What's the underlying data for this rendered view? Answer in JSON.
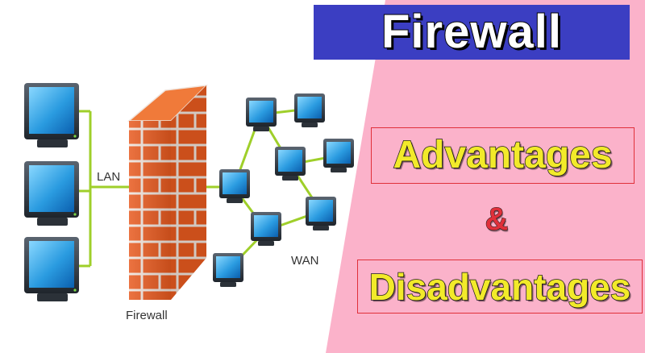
{
  "title": "Firewall",
  "advantages_label": "Advantages",
  "ampersand": "&",
  "disadvantages_label": "Disadvantages",
  "diagram": {
    "lan_label": "LAN",
    "wan_label": "WAN",
    "firewall_label": "Firewall"
  },
  "colors": {
    "title_bg": "#3b3ec2",
    "page_bg": "#fbb2ca",
    "label_text": "#f2ea2a",
    "wire": "#9fcf2a",
    "brick": "#e55a1f"
  }
}
